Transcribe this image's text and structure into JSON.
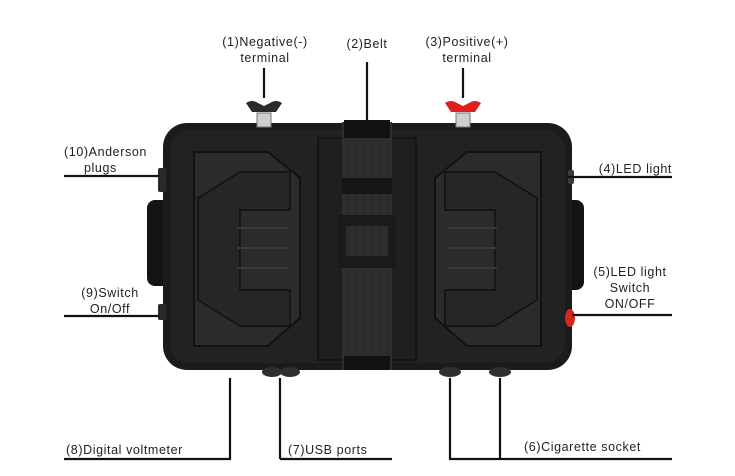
{
  "labels": {
    "negative_terminal": [
      "(1)Negative(-)",
      "terminal"
    ],
    "belt": [
      "(2)Belt"
    ],
    "positive_terminal": [
      "(3)Positive(+)",
      "terminal"
    ],
    "led_light": [
      "(4)LED light"
    ],
    "led_switch": [
      "(5)LED light",
      "Switch",
      "ON/OFF"
    ],
    "cigarette_socket": [
      "(6)Cigarette socket"
    ],
    "usb_ports": [
      "(7)USB ports"
    ],
    "digital_voltmeter": [
      "(8)Digital voltmeter"
    ],
    "switch_onoff": [
      "(9)Switch",
      "On/Off"
    ],
    "anderson_plugs": [
      "(10)Anderson",
      "plugs"
    ]
  },
  "colors": {
    "body": "#1b1b1b",
    "panel": "#2a2a2a",
    "negative_knob": "#2b2b2b",
    "positive_knob": "#e0201e",
    "leader_line": "#111111"
  }
}
